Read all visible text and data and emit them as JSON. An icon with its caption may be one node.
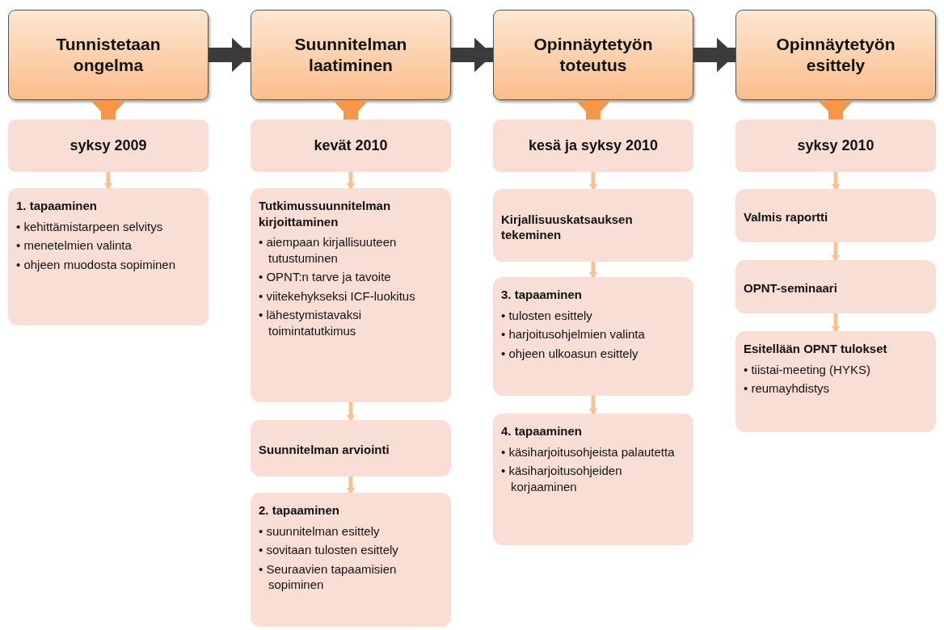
{
  "diagram": {
    "nodes": [
      {
        "text": [
          "Tunnistetaan ongelma"
        ]
      },
      {
        "text": [
          "Suunnitelman laatiminen"
        ]
      },
      {
        "text": [
          "Opinnäytetyön toteutus"
        ]
      },
      {
        "text": [
          "Opinnäytetyön esittely"
        ]
      },
      {
        "text": [
          "syksy 2009"
        ]
      },
      {
        "text": [
          "kevät 2010"
        ]
      },
      {
        "text": [
          "kesä ja syksy 2010"
        ]
      },
      {
        "text": [
          "syksy 2010"
        ]
      },
      {
        "text": [
          "1. tapaaminen",
          "• kehittämistarpeen selvitys",
          "• menetelmien valinta",
          "• ohjeen muodosta sopiminen"
        ]
      },
      {
        "text": [
          "Tutkimussuunnitelman kirjoittaminen",
          "• aiempaan kirjallisuuteen tutustuminen",
          "• OPNT:n tarve ja tavoite",
          "• viitekehykseksi ICF-luokitus",
          "• lähestymistavaksi toimintatutkimus"
        ]
      },
      {
        "text": [
          "Suunnitelman arviointi"
        ]
      },
      {
        "text": [
          "2. tapaaminen",
          "• suunnitelman esittely",
          "• sovitaan tulosten esittely",
          "• Seuraavien tapaamisien sopiminen"
        ]
      },
      {
        "text": [
          "Kirjallisuuskatsauksen tekeminen"
        ]
      },
      {
        "text": [
          "3. tapaaminen",
          "• tulosten esittely",
          "• harjoitusohjelmien valinta",
          "• ohjeen ulkoasun esittely"
        ]
      },
      {
        "text": [
          "4. tapaaminen",
          "• käsiharjoitusohjeista palautetta",
          "• käsiharjoitusohjeiden korjaaminen"
        ]
      },
      {
        "text": [
          "Valmis raportti"
        ]
      },
      {
        "text": [
          "OPNT-seminaari"
        ]
      },
      {
        "text": [
          "Esitellään OPNT tulokset",
          "• tiistai-meeting (HYKS)",
          "• reumayhdistys"
        ]
      }
    ],
    "edges": [
      {
        "from": 0,
        "to": 1,
        "arrow": "to",
        "style": "thick",
        "color": "#3b3b3b"
      },
      {
        "from": 1,
        "to": 2,
        "arrow": "to",
        "style": "thick",
        "color": "#3b3b3b"
      },
      {
        "from": 2,
        "to": 3,
        "arrow": "to",
        "style": "thick",
        "color": "#3b3b3b"
      },
      {
        "from": 0,
        "to": 4,
        "arrow": "to",
        "style": "thick",
        "color": "#f79646"
      },
      {
        "from": 1,
        "to": 5,
        "arrow": "to",
        "style": "thick",
        "color": "#f79646"
      },
      {
        "from": 2,
        "to": 6,
        "arrow": "to",
        "style": "thick",
        "color": "#f79646"
      },
      {
        "from": 3,
        "to": 7,
        "arrow": "to",
        "style": "thick",
        "color": "#f79646"
      },
      {
        "from": 4,
        "to": 8,
        "arrow": "to"
      },
      {
        "from": 5,
        "to": 9,
        "arrow": "to"
      },
      {
        "from": 9,
        "to": 10,
        "arrow": "to"
      },
      {
        "from": 10,
        "to": 11,
        "arrow": "to"
      },
      {
        "from": 6,
        "to": 12,
        "arrow": "to"
      },
      {
        "from": 12,
        "to": 13,
        "arrow": "to"
      },
      {
        "from": 13,
        "to": 14,
        "arrow": "to"
      },
      {
        "from": 7,
        "to": 15,
        "arrow": "to"
      },
      {
        "from": 15,
        "to": 16,
        "arrow": "to"
      },
      {
        "from": 16,
        "to": 17,
        "arrow": "to"
      }
    ]
  }
}
